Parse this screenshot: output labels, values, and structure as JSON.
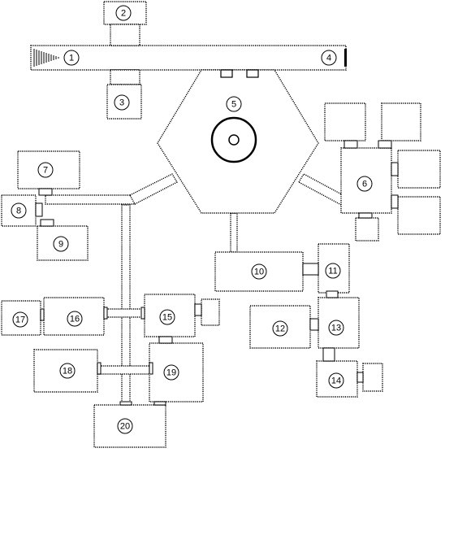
{
  "map": {
    "rooms": [
      {
        "id": "1"
      },
      {
        "id": "2"
      },
      {
        "id": "3"
      },
      {
        "id": "4"
      },
      {
        "id": "5"
      },
      {
        "id": "6"
      },
      {
        "id": "7"
      },
      {
        "id": "8"
      },
      {
        "id": "9"
      },
      {
        "id": "10"
      },
      {
        "id": "11"
      },
      {
        "id": "12"
      },
      {
        "id": "13"
      },
      {
        "id": "14"
      },
      {
        "id": "15"
      },
      {
        "id": "16"
      },
      {
        "id": "17"
      },
      {
        "id": "18"
      },
      {
        "id": "19"
      },
      {
        "id": "20"
      }
    ],
    "colors": {
      "ink": "#000000",
      "paper": "#ffffff"
    }
  }
}
